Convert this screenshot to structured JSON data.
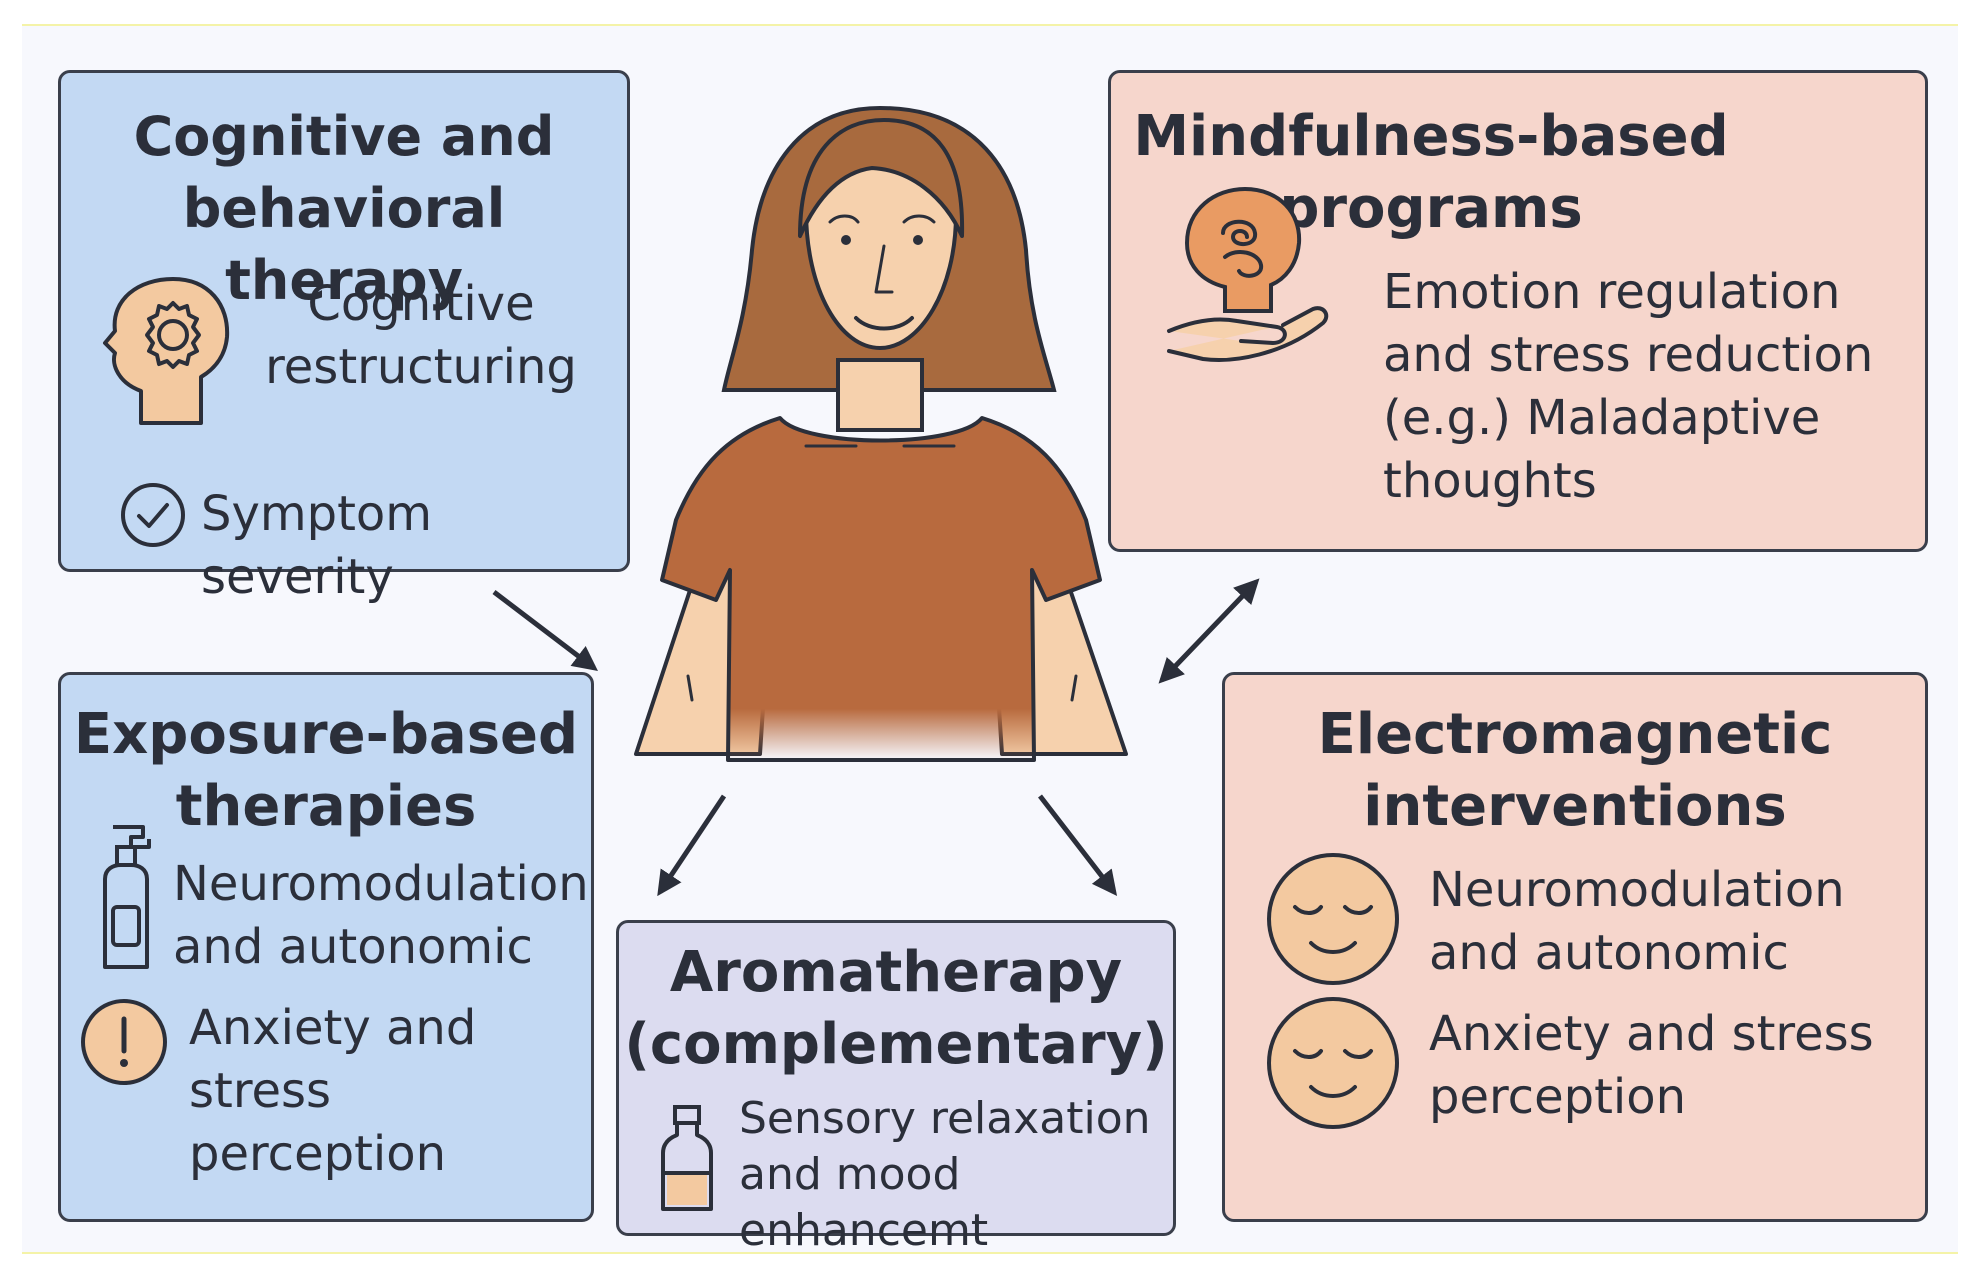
{
  "cards": {
    "cbt": {
      "title": "Cognitive and\nbehavioral therapy",
      "item1": "Cognitive\nrestructuring",
      "item2": "Symptom severity"
    },
    "mindfulness": {
      "title": "Mindfulness-based\nprograms",
      "item1": "Emotion regulation\nand stress reduction\n(e.g.) Maladaptive\nthoughts"
    },
    "exposure": {
      "title": "Exposure-based\ntherapies",
      "item1": "Neuromodulation\nand autonomic",
      "item2": "Anxiety and stress\nperception"
    },
    "aromatherapy": {
      "title": "Aromatherapy\n(complementary)",
      "item1": "Sensory relaxation\nand mood enhancemt"
    },
    "electromagnetic": {
      "title": "Electromagnetic\ninterventions",
      "item1": "Neuromodulation\nand autonomic",
      "item2": "Anxiety and stress\nperception"
    }
  },
  "icons": [
    "head-gear-icon",
    "check-circle-icon",
    "hand-brain-icon",
    "pump-bottle-icon",
    "exclamation-circle-icon",
    "small-bottle-icon",
    "calm-face-icon",
    "calm-face-icon"
  ],
  "colors": {
    "blue_card": "#c3d9f3",
    "peach_card": "#f6d6cc",
    "lavender_card": "#dcdcf0",
    "shirt": "#b86a3e",
    "hair": "#a86a3e",
    "skin": "#f6d1ad",
    "icon_fill": "#f3c9a0",
    "border": "#3a3f4b"
  }
}
